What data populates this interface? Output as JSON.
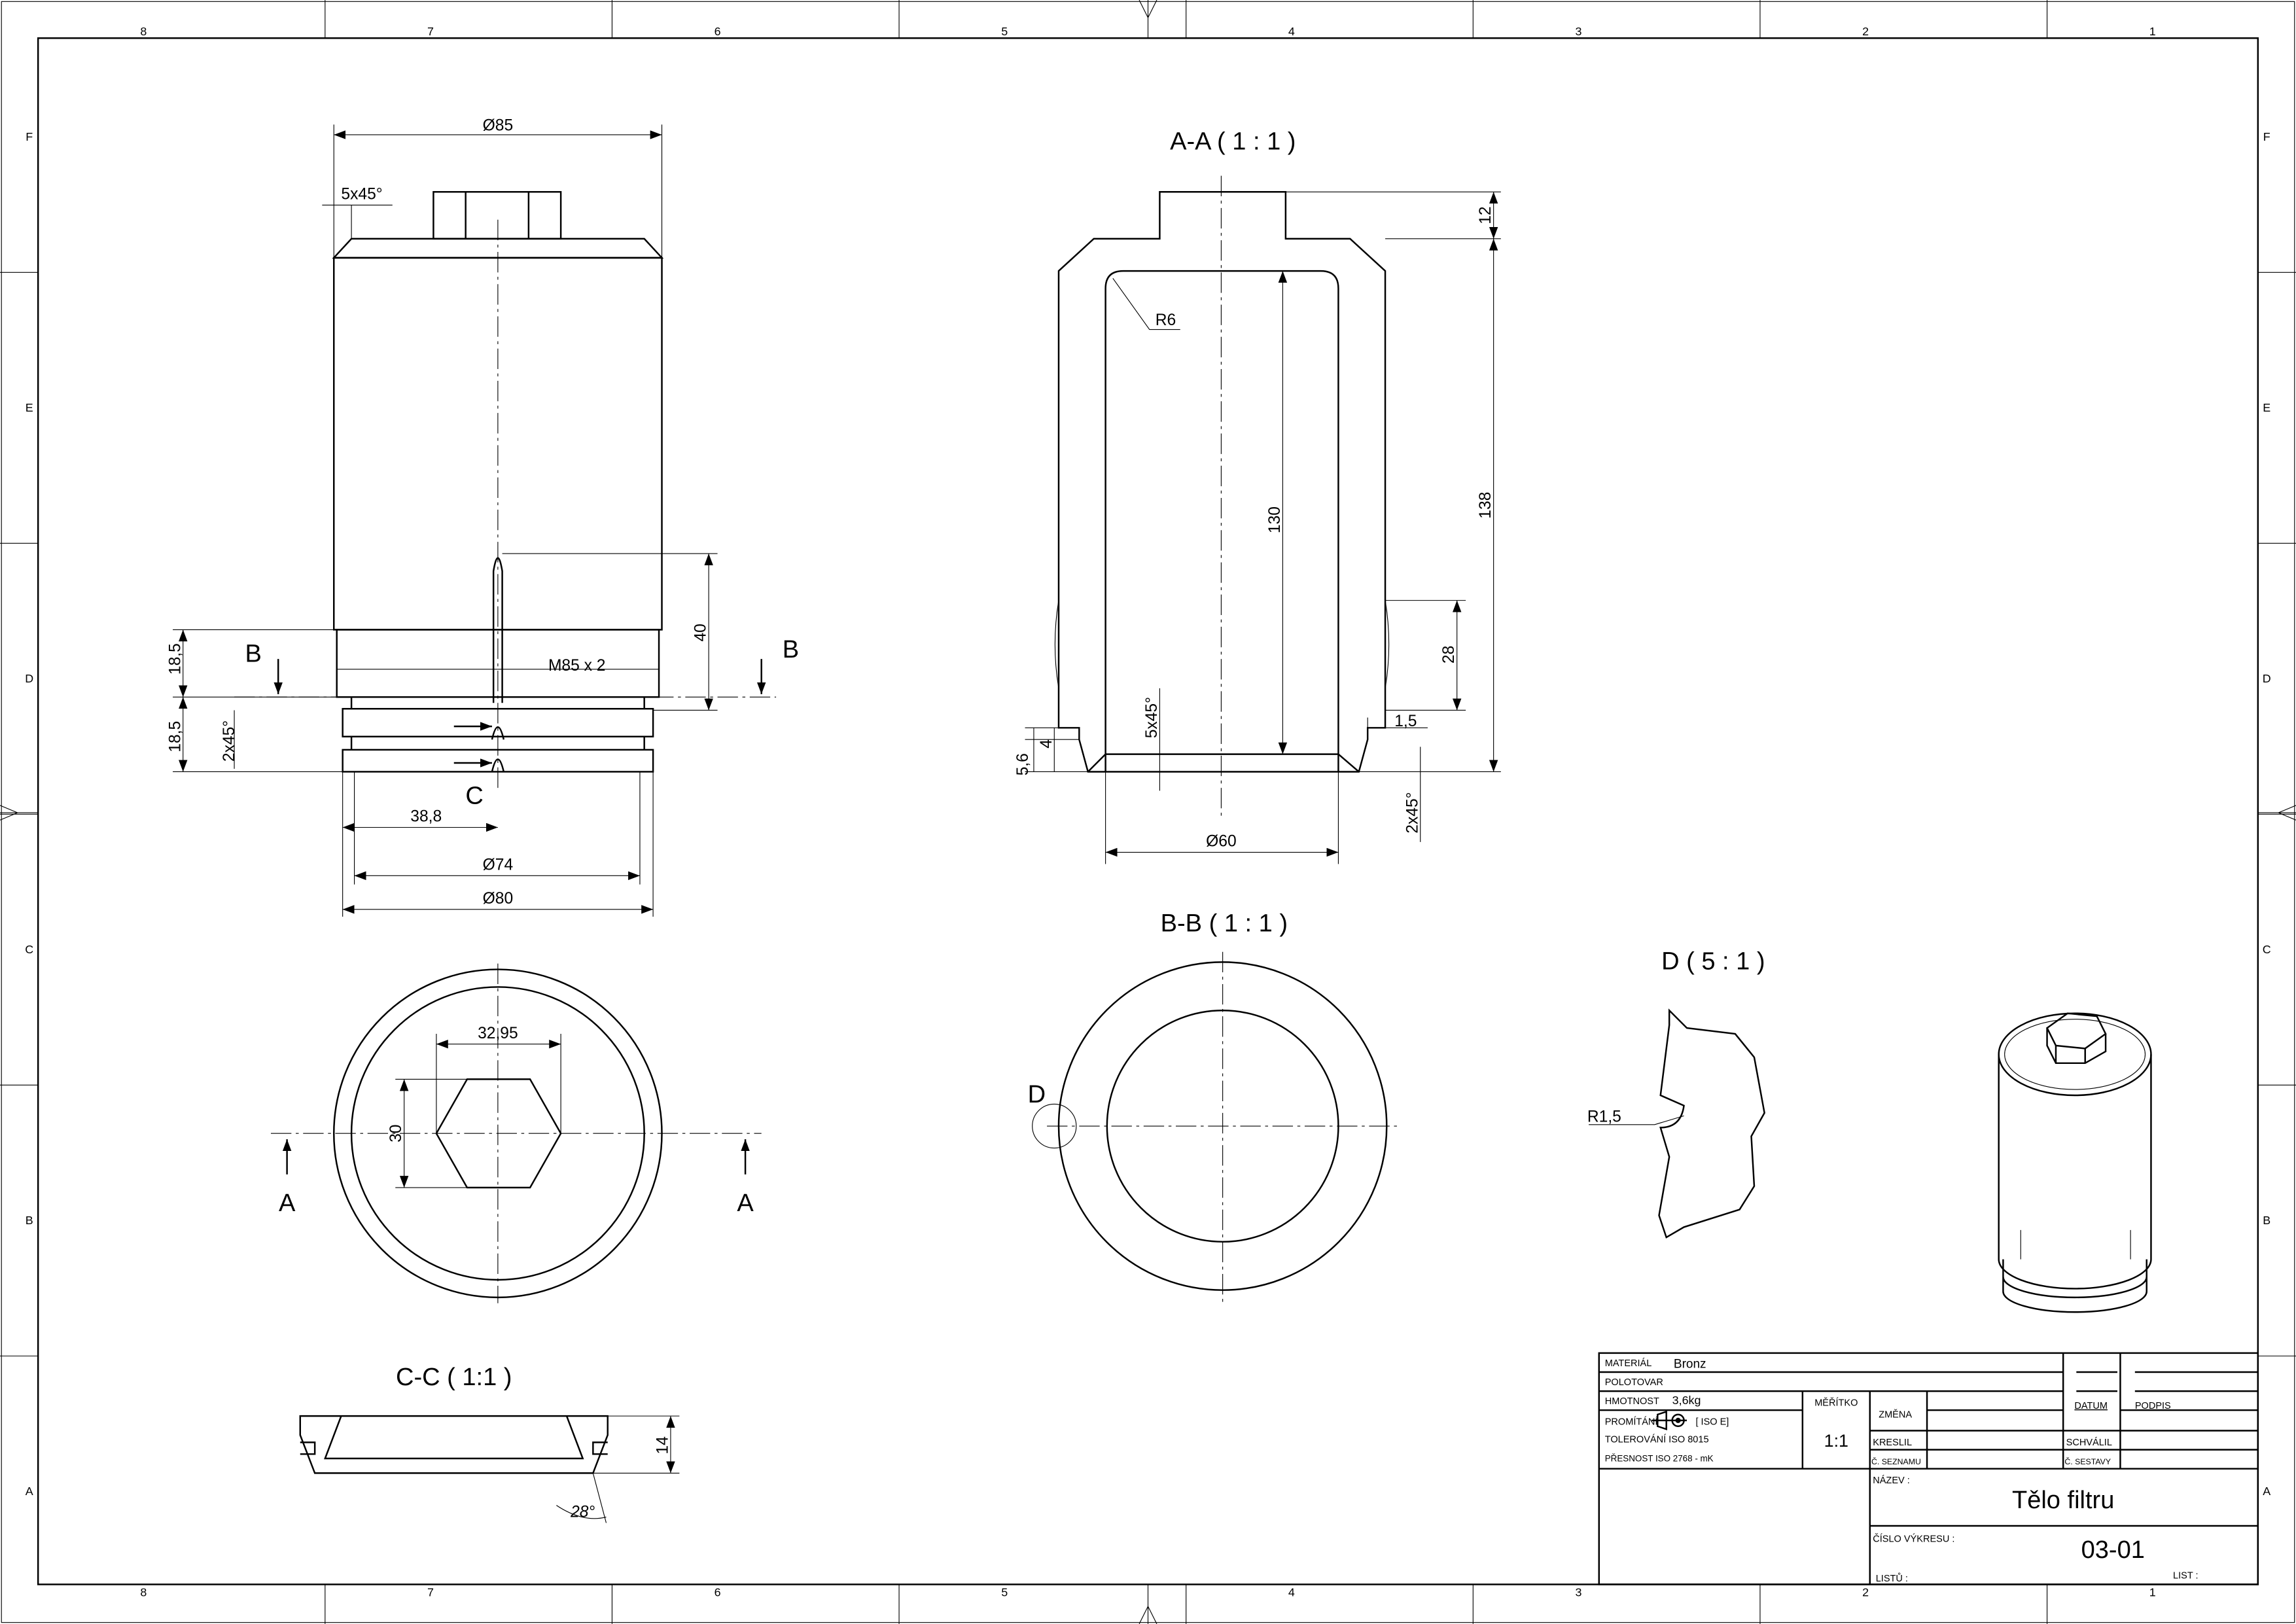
{
  "sheet": {
    "columns": [
      "8",
      "7",
      "6",
      "5",
      "4",
      "3",
      "2",
      "1"
    ],
    "rows": [
      "F",
      "E",
      "D",
      "C",
      "B",
      "A"
    ]
  },
  "views": {
    "front": {
      "dims": {
        "d85": "Ø85",
        "chamfer": "5x45°",
        "thread": "M85 x 2",
        "h40": "40",
        "h18a": "18,5",
        "h18b": "18,5",
        "ch2": "2x45°",
        "l388": "38,8",
        "d74": "Ø74",
        "d80": "Ø80"
      },
      "section_b": "B",
      "section_c": "C"
    },
    "top": {
      "dims": {
        "w3295": "32,95",
        "h30": "30"
      },
      "section_a": "A"
    },
    "aa": {
      "title": "A-A ( 1 : 1 )",
      "dims": {
        "h12": "12",
        "h138": "138",
        "h130": "130",
        "h28": "28",
        "r6": "R6",
        "ch5": "5x45°",
        "w15": "1,5",
        "h56": "5,6",
        "h4": "4",
        "d60": "Ø60",
        "ch2": "2x45°"
      }
    },
    "bb": {
      "title": "B-B ( 1 : 1 )",
      "detail": "D"
    },
    "d": {
      "title": "D ( 5 : 1 )",
      "r": "R1,5"
    },
    "cc": {
      "title": "C-C ( 1:1 )",
      "h14": "14",
      "angle": "28°"
    }
  },
  "title_block": {
    "material_label": "MATERIÁL",
    "material": "Bronz",
    "polotovar": "POLOTOVAR",
    "mass_label": "HMOTNOST",
    "mass": "3,6kg",
    "projection": "PROMÍTÁNÍ",
    "projection_std": "[ ISO E]",
    "tolerance": "TOLEROVÁNÍ  ISO  8015",
    "accuracy": "PŘESNOST ISO 2768 - mK",
    "scale_label": "MĚŘÍTKO",
    "scale": "1:1",
    "change": "ZMĚNA",
    "date": "DATUM",
    "signature": "PODPIS",
    "drawn": "KRESLIL",
    "approved": "SCHVÁLIL",
    "list_no": "Č. SEZNAMU",
    "assembly_no": "Č. SESTAVY",
    "name_label": "NÁZEV :",
    "name": "Tělo filtru",
    "drawing_no_label": "ČÍSLO VÝKRESU :",
    "drawing_no": "03-01",
    "sheets_label": "LISTŮ :",
    "sheet_label": "LIST :"
  }
}
